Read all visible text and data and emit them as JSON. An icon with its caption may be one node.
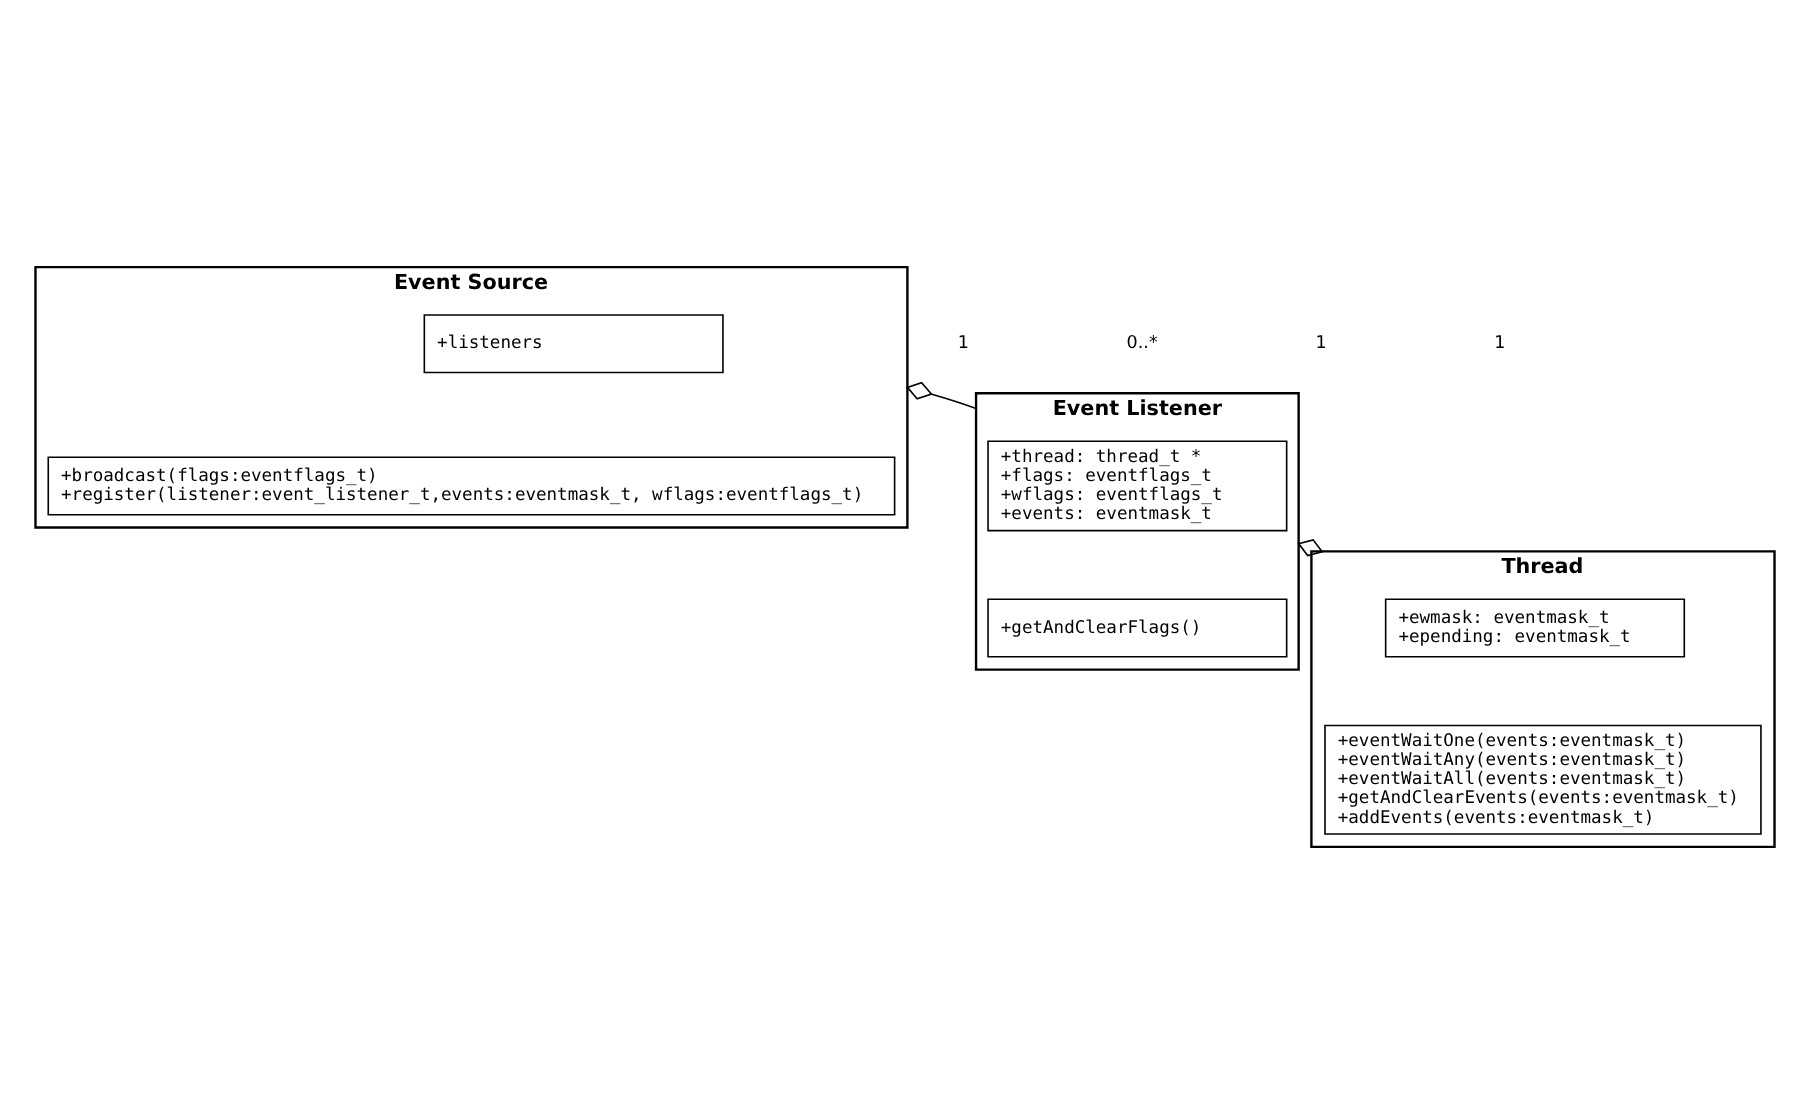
{
  "diagram": {
    "nodes": [
      {
        "text": [
          "Event Source"
        ]
      },
      {
        "text": [
          "+listeners"
        ],
        "in": 0
      },
      {
        "text": [
          "+broadcast(flags:eventflags_t)",
          "+register(listener:event_listener_t,events:eventmask_t, wflags:eventflags_t)"
        ],
        "in": 0
      },
      {
        "text": [
          "Event Listener"
        ]
      },
      {
        "text": [
          "+thread: thread_t *",
          "+flags: eventflags_t",
          "+wflags: eventflags_t",
          "+events: eventmask_t"
        ],
        "in": 3
      },
      {
        "text": [
          "+getAndClearFlags()"
        ],
        "in": 3
      },
      {
        "text": [
          "Thread"
        ]
      },
      {
        "text": [
          "+ewmask: eventmask_t",
          "+epending: eventmask_t"
        ],
        "in": 6
      },
      {
        "text": [
          "+eventWaitOne(events:eventmask_t)",
          "+eventWaitAny(events:eventmask_t)",
          "+eventWaitAll(events:eventmask_t)",
          "+getAndClearEvents(events:eventmask_t)",
          "+addEvents(events:eventmask_t)"
        ],
        "in": 6
      }
    ],
    "edges": [
      {
        "from": 0,
        "to": 3,
        "arrow": "other"
      },
      {
        "from": 3,
        "to": 6,
        "arrow": "other"
      }
    ],
    "labels": [
      "1",
      "0..*",
      "1",
      "1"
    ]
  }
}
